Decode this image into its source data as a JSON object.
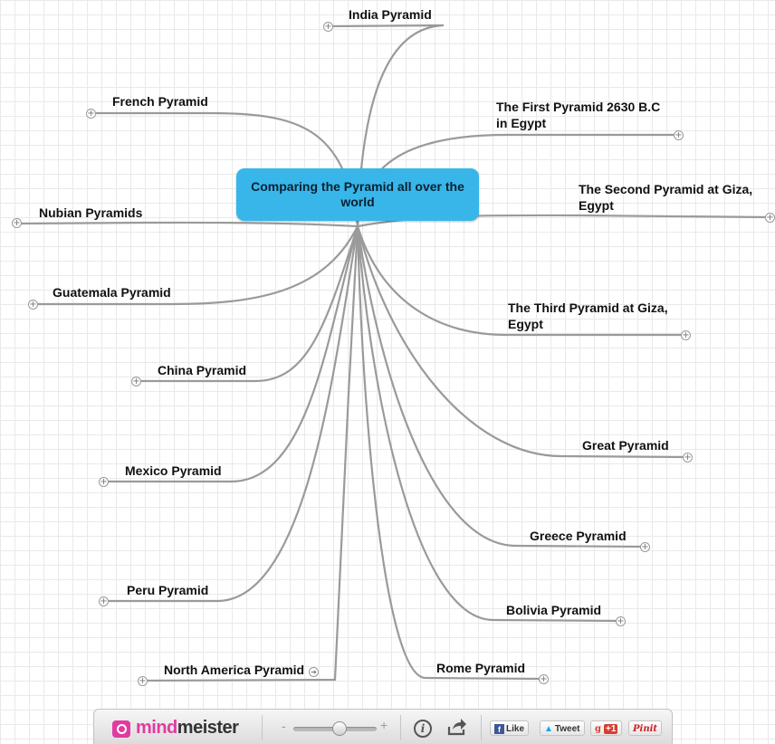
{
  "map": {
    "root_topic": "Comparing the Pyramid all over the world",
    "topics_left": [
      "French Pyramid",
      "Nubian Pyramids",
      "Guatemala Pyramid",
      "China Pyramid",
      "Mexico Pyramid",
      "Peru Pyramid",
      "North America Pyramid"
    ],
    "topics_right": [
      "India Pyramid",
      "The First Pyramid 2630 B.C",
      "in Egypt",
      "The Second Pyramid at Giza,",
      "Egypt",
      "The Third Pyramid at Giza,",
      "Egypt",
      "Great Pyramid",
      "Greece Pyramid",
      "Bolivia Pyramid",
      "Rome Pyramid"
    ],
    "branch_color": "#9a9a9a",
    "root_color": "#38b6ea",
    "expand_icon": "plus-circle-icon",
    "link_icon": "arrow-circle-icon"
  },
  "toolbar": {
    "logo_mind": "mind",
    "logo_meister": "meister",
    "zoom_minus": "-",
    "zoom_plus": "+",
    "zoom_level": 0.55,
    "info_icon": "info-icon",
    "share_icon": "share-icon",
    "like_label": "Like",
    "tweet_label": "Tweet",
    "gplus_g": "g",
    "gplus_count": "+1",
    "pinit_label": "Pinit"
  }
}
